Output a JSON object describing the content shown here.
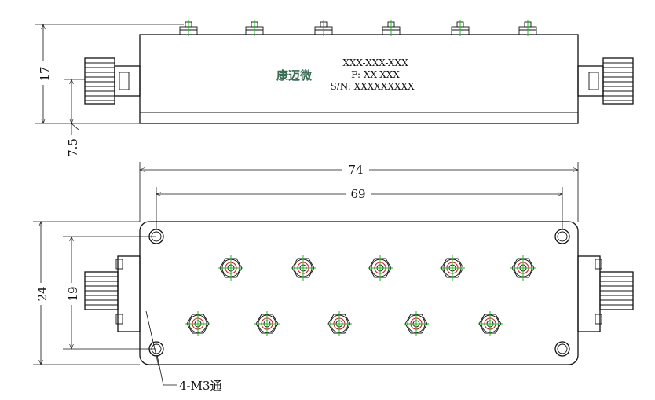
{
  "label": {
    "brand": "康迈微",
    "model": "XXX-XXX-XXX",
    "freq": "F: XX-XXX",
    "serial": "S/N: XXXXXXXXX"
  },
  "dims": {
    "height": "17",
    "connector_offset": "7.5",
    "length": "74",
    "hole_spacing": "69",
    "width": "24",
    "hole_pitch": "19",
    "holes": "4-M3通"
  }
}
